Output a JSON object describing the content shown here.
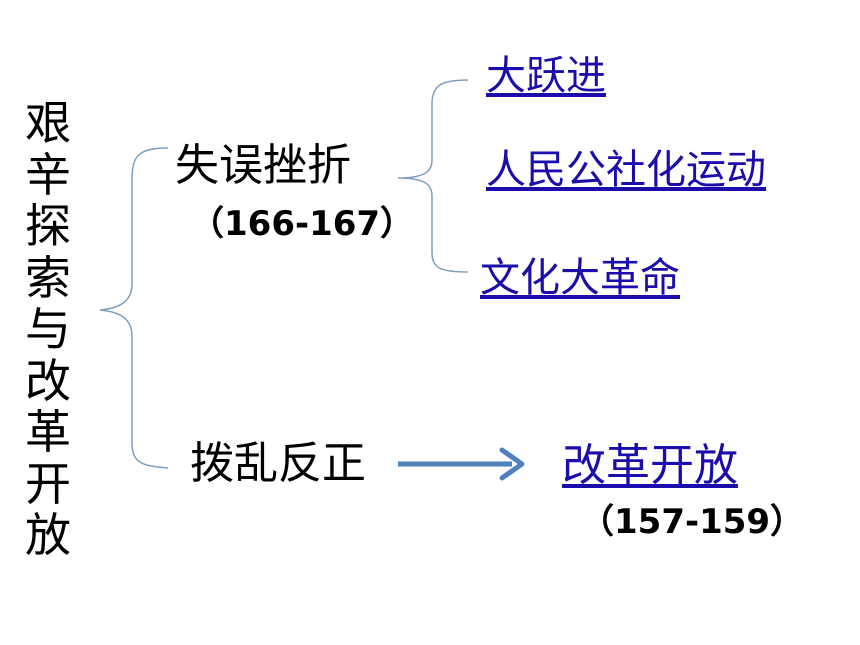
{
  "root": {
    "label": "艰辛探索与改革开放"
  },
  "branch_mistakes": {
    "label": "失误挫折",
    "pages": "（166-167）",
    "links": [
      {
        "label": "大跃进"
      },
      {
        "label": "人民公社化运动"
      },
      {
        "label": "文化大革命"
      }
    ]
  },
  "branch_correction": {
    "label": "拨乱反正",
    "link": "改革开放",
    "pages": "（157-159）"
  },
  "colors": {
    "brace": "#7f9fbf",
    "arrow": "#4f81bd",
    "link": "#1a0dab"
  }
}
